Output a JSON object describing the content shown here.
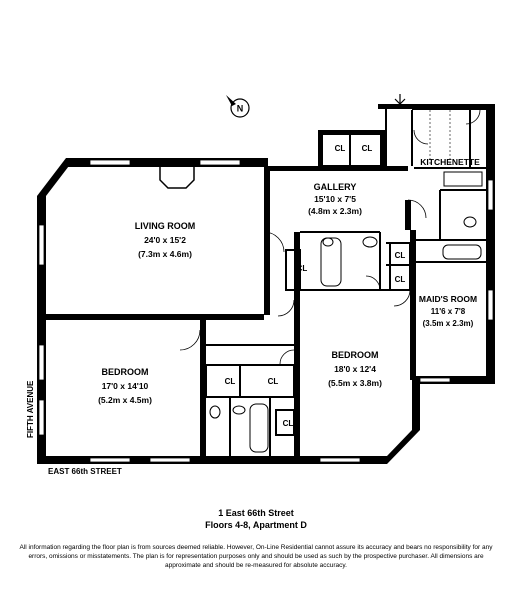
{
  "rooms": {
    "living": {
      "name": "LIVING ROOM",
      "dim_imperial": "24'0 x 15'2",
      "dim_metric": "(7.3m x 4.6m)"
    },
    "bedroom1": {
      "name": "BEDROOM",
      "dim_imperial": "17'0 x 14'10",
      "dim_metric": "(5.2m x 4.5m)"
    },
    "bedroom2": {
      "name": "BEDROOM",
      "dim_imperial": "18'0 x 12'4",
      "dim_metric": "(5.5m x 3.8m)"
    },
    "gallery": {
      "name": "GALLERY",
      "dim_imperial": "15'10 x 7'5",
      "dim_metric": "(4.8m x 2.3m)"
    },
    "maids": {
      "name": "MAID'S ROOM",
      "dim_imperial": "11'6 x 7'8",
      "dim_metric": "(3.5m x 2.3m)"
    },
    "kitchenette": {
      "name": "KITCHENETTE"
    }
  },
  "closet_label": "CL",
  "compass_letter": "N",
  "streets": {
    "side": "FIFTH AVENUE",
    "bottom": "EAST 66th STREET"
  },
  "address": {
    "line1": "1 East 66th Street",
    "line2": "Floors 4-8, Apartment D"
  },
  "disclaimer": "All information regarding the floor plan is from sources deemed reliable. However, On-Line Residential cannot assure its accuracy and bears no responsibility for any errors, omissions or misstatements. The plan is for representation purposes only and should be used as such by the prospective purchaser. All dimensions are approximate and should be re-measured for absolute accuracy.",
  "icons": {
    "compass": "compass-icon",
    "entry": "entry-arrow-icon"
  }
}
